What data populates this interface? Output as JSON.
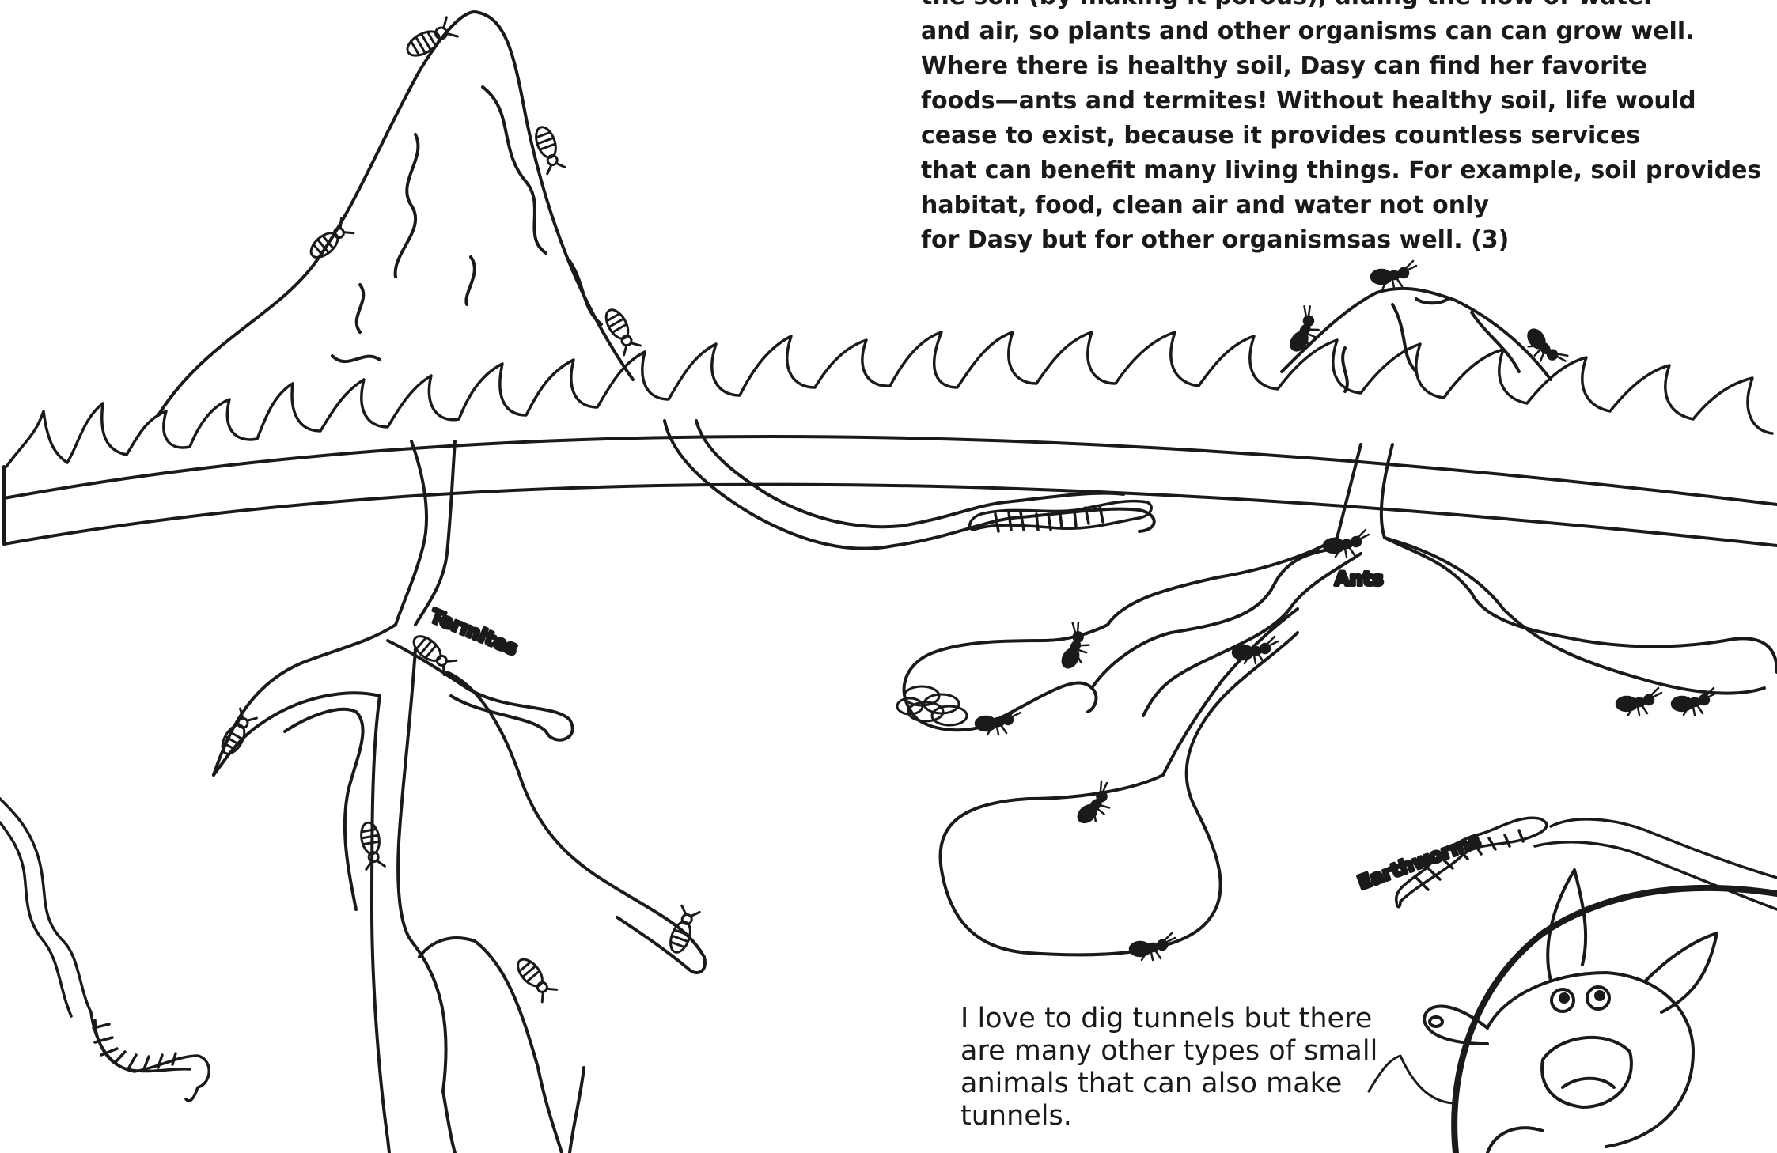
{
  "info_text": {
    "lines": [
      "the soil (by making it porous), aiding the flow of water",
      "and air, so plants and other organisms can can grow well.",
      "Where there is healthy soil, Dasy can find her favorite",
      "foods—ants and termites! Without healthy soil, life would",
      "cease to exist, because it provides countless services",
      "that can benefit many living things. For example, soil provides",
      "habitat, food, clean air and water not only",
      "for Dasy but for other organismsas well. (3)"
    ]
  },
  "labels": {
    "termites": "Termites",
    "ants": "Ants",
    "earthworms": "Earthworms"
  },
  "speech": {
    "lines": [
      "I love to dig tunnels but there",
      "are many other types of small",
      "animals that can also make",
      "tunnels."
    ]
  },
  "colors": {
    "outline": "#1a1a1a",
    "background": "#ffffff"
  },
  "icons": [
    "termite-icon",
    "ant-icon",
    "earthworm-icon",
    "armadillo-icon",
    "egg-icon",
    "grass-icon"
  ]
}
